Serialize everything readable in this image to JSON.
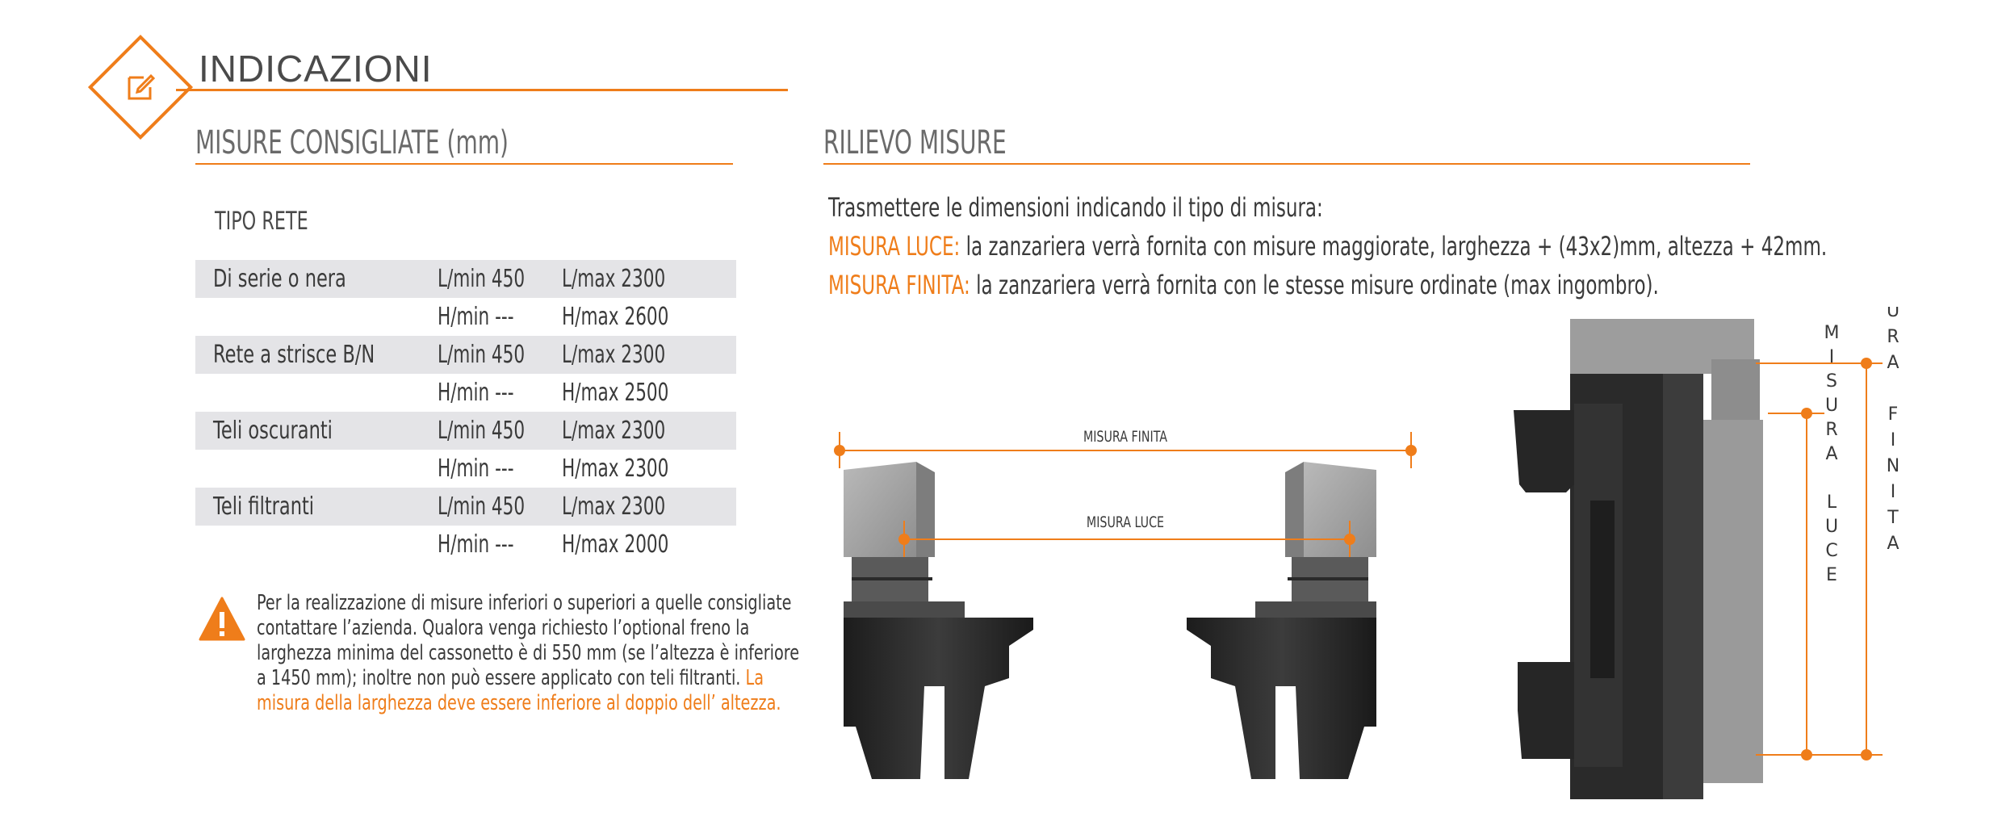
{
  "header": {
    "title": "INDICAZIONI",
    "icon": "edit-icon"
  },
  "recommended": {
    "title": "MISURE CONSIGLIATE (mm)",
    "subtitle": "TIPO RETE",
    "rows": [
      {
        "name": "Di serie o nera",
        "lmin": "L/min 450",
        "lmax": "L/max 2300",
        "hmin": "H/min  ---",
        "hmax": "H/max 2600"
      },
      {
        "name": "Rete a strisce B/N",
        "lmin": "L/min 450",
        "lmax": "L/max 2300",
        "hmin": "H/min  ---",
        "hmax": "H/max 2500"
      },
      {
        "name": "Teli oscuranti",
        "lmin": "L/min 450",
        "lmax": "L/max 2300",
        "hmin": "H/min  ---",
        "hmax": "H/max 2300"
      },
      {
        "name": "Teli filtranti",
        "lmin": "L/min 450",
        "lmax": "L/max 2300",
        "hmin": "H/min  ---",
        "hmax": "H/max 2000"
      }
    ],
    "warning": {
      "icon": "warning-icon",
      "text": "Per la realizzazione di misure inferiori o superiori a quelle consigliate contattare l’azienda. Qualora venga richiesto l’optional freno la larghezza minima del cassonetto è di 550 mm (se l’altezza è inferiore a 1450 mm); inoltre non può essere applicato con teli filtranti.",
      "highlight": "La misura della larghezza deve essere inferiore al doppio dell’ altezza."
    }
  },
  "survey": {
    "title": "RILIEVO MISURE",
    "intro": "Trasmettere le dimensioni indicando il tipo di misura:",
    "luce_label": "MISURA LUCE:",
    "luce_text": "la zanzariera verrà fornita con misure maggiorate, larghezza + (43x2)mm, altezza + 42mm.",
    "finita_label": "MISURA FINITA:",
    "finita_text": "la zanzariera verrà fornita con le stesse misure ordinate (max ingombro).",
    "diagram": {
      "finita_label": "MISURA FINITA",
      "luce_label": "MISURA LUCE",
      "vertical_luce": "MISURA LUCE",
      "vertical_finita": "MISURA FINITA"
    }
  },
  "colors": {
    "accent": "#ef7d1a",
    "text": "#3a3a3a",
    "table_shade": "#e4e4e7"
  }
}
